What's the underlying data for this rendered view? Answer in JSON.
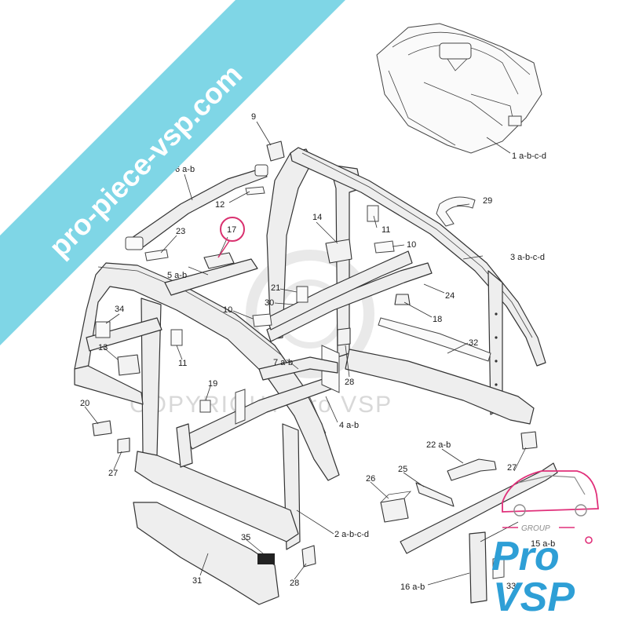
{
  "banner": {
    "text": "pro-piece-vsp.com",
    "color": "#7fd6e6"
  },
  "watermark": {
    "text": "COPYRIGHT Pro VSP"
  },
  "logo": {
    "group_text": "GROUP",
    "word_top": "Pro",
    "word_bottom": "VSP",
    "blue": "#2e9fd6",
    "pink": "#e0307a",
    "gray": "#8c8c8c"
  },
  "highlight_color": "#d9316f",
  "callouts": {
    "c1": "1 a-b-c-d",
    "c2": "2 a-b-c-d",
    "c3": "3 a-b-c-d",
    "c4": "4 a-b",
    "c5": "5 a-b",
    "c6": "6 a-b",
    "c7": "7 a-b",
    "c9": "9",
    "c10a": "10",
    "c10b": "10",
    "c11a": "11",
    "c11b": "11",
    "c12": "12",
    "c13": "13",
    "c14": "14",
    "c15": "15 a-b",
    "c16": "16 a-b",
    "c17": "17",
    "c18": "18",
    "c19": "19",
    "c20": "20",
    "c21": "21",
    "c22": "22 a-b",
    "c23": "23",
    "c24": "24",
    "c25": "25",
    "c26": "26",
    "c27a": "27",
    "c27b": "27",
    "c28a": "28",
    "c28b": "28",
    "c29": "29",
    "c30": "30",
    "c31": "31",
    "c32": "32",
    "c33": "33",
    "c34": "34",
    "c35": "35"
  }
}
